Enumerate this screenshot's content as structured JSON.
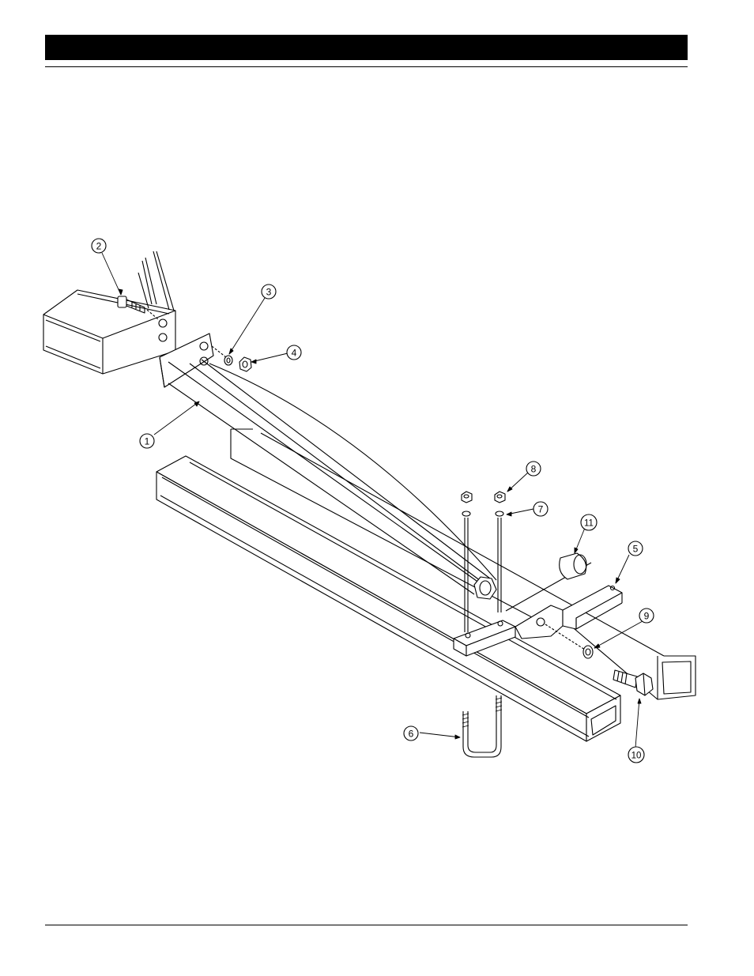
{
  "callouts": [
    {
      "id": "callout-1",
      "label": "1"
    },
    {
      "id": "callout-2",
      "label": "2"
    },
    {
      "id": "callout-3",
      "label": "3"
    },
    {
      "id": "callout-4",
      "label": "4"
    },
    {
      "id": "callout-5",
      "label": "5"
    },
    {
      "id": "callout-6",
      "label": "6"
    },
    {
      "id": "callout-7",
      "label": "7"
    },
    {
      "id": "callout-8",
      "label": "8"
    },
    {
      "id": "callout-9",
      "label": "9"
    },
    {
      "id": "callout-10",
      "label": "10"
    },
    {
      "id": "callout-11",
      "label": "11"
    }
  ],
  "colors": {
    "ink": "#000000",
    "paper": "#ffffff"
  }
}
